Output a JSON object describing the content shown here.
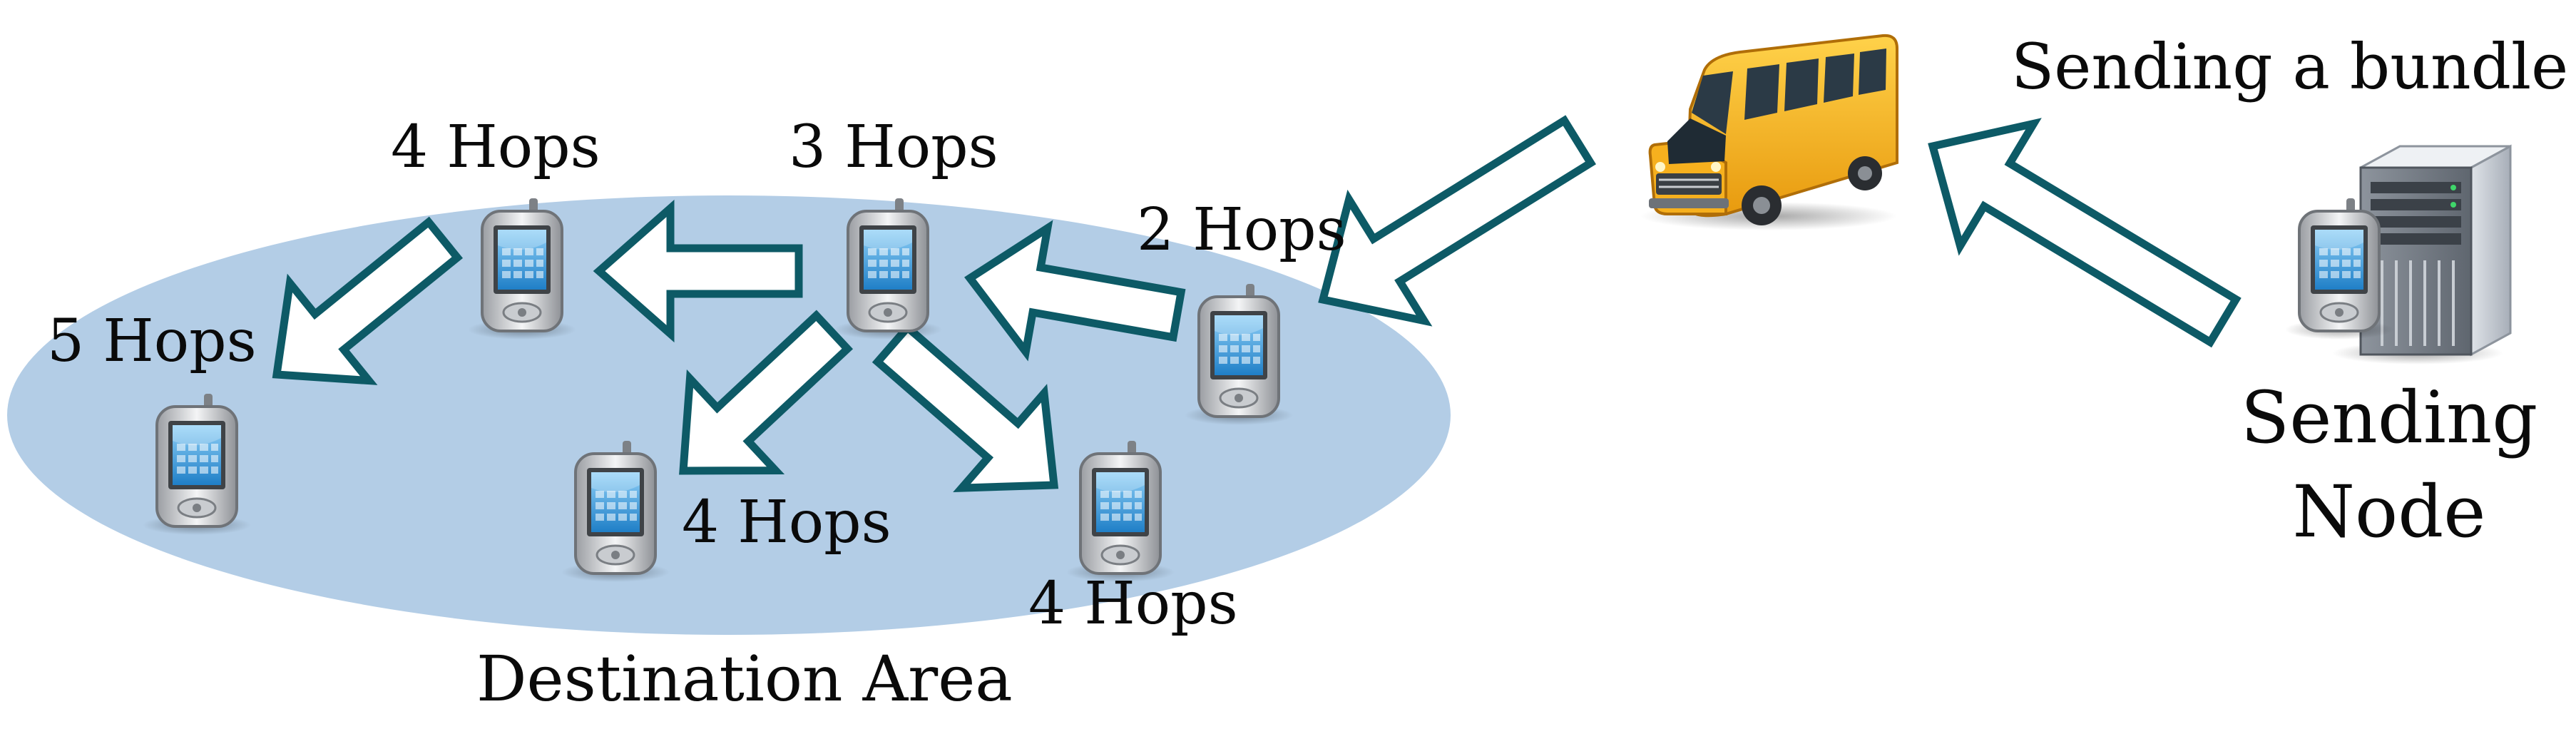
{
  "diagram": {
    "title": "Sending a bundle",
    "sending_node_line1": "Sending",
    "sending_node_line2": "Node",
    "destination_area": "Destination Area",
    "hop_labels": {
      "two_hops": "2 Hops",
      "three_hops": "3 Hops",
      "four_hops_top": "4 Hops",
      "four_hops_mid": "4 Hops",
      "four_hops_right": "4 Hops",
      "five_hops": "5 Hops"
    },
    "icons": [
      "bus-icon",
      "server-icon",
      "pda-icon"
    ],
    "colors": {
      "area_fill": "#b3cde6",
      "arrow_stroke": "#0d5a66",
      "arrow_fill": "#ffffff",
      "bus_body": "#f6b01e",
      "pda_screen": "#3da0df"
    }
  }
}
